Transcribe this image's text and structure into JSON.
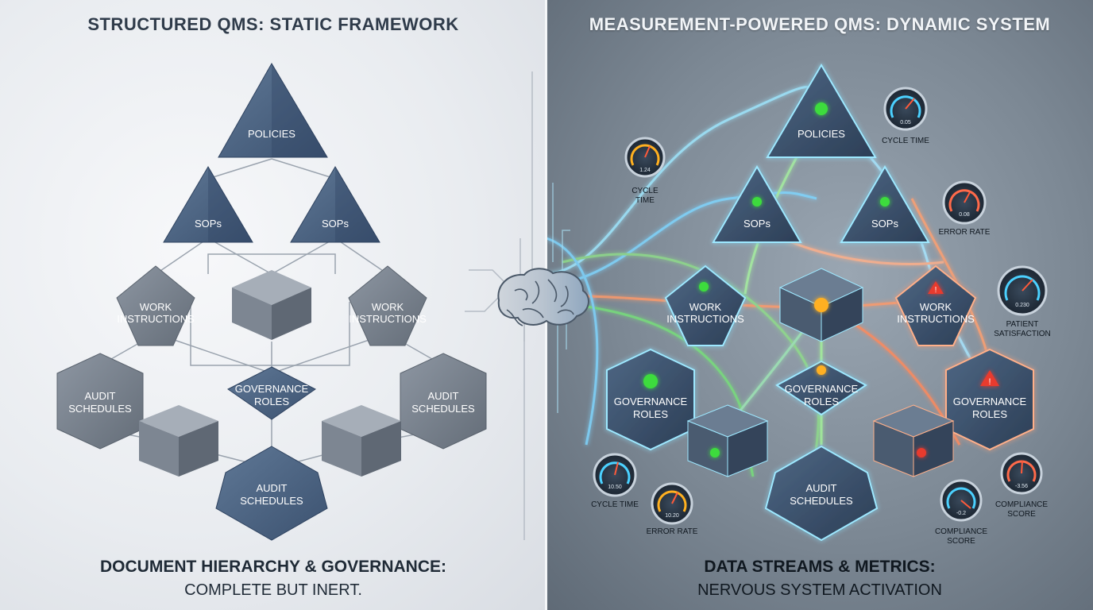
{
  "left": {
    "title": "STRUCTURED QMS: STATIC FRAMEWORK",
    "nodes": {
      "policies": "POLICIES",
      "sops_left": "SOPs",
      "sops_right": "SOPs",
      "work_left": [
        "WORK",
        "INSTRUCTIONS"
      ],
      "work_right": [
        "WORK",
        "INSTRUCTIONS"
      ],
      "governance": [
        "GOVERNANCE",
        "ROLES"
      ],
      "audit_left": [
        "AUDIT",
        "SCHEDULES"
      ],
      "audit_right": [
        "AUDIT",
        "SCHEDULES"
      ],
      "audit_bottom": [
        "AUDIT",
        "SCHEDULES"
      ]
    },
    "caption": {
      "line1": "DOCUMENT HIERARCHY & GOVERNANCE:",
      "line2": "COMPLETE BUT INERT."
    }
  },
  "right": {
    "title": "MEASUREMENT-POWERED QMS: DYNAMIC SYSTEM",
    "nodes": {
      "policies": "POLICIES",
      "sops_left": "SOPs",
      "sops_right": "SOPs",
      "work_left": [
        "WORK",
        "INSTRUCTIONS"
      ],
      "work_right": [
        "WORK",
        "INSTRUCTIONS"
      ],
      "gov_left": [
        "GOVERNANCE",
        "ROLES"
      ],
      "gov_center": [
        "GOVERNANCE",
        "ROLES"
      ],
      "gov_right": [
        "GOVERNANCE",
        "ROLES"
      ],
      "audit_bottom": [
        "AUDIT",
        "SCHEDULES"
      ]
    },
    "metrics": {
      "cycle_time_top": {
        "label": [
          "CYCLE TIME"
        ],
        "value": "0.05"
      },
      "cycle_time_left": {
        "label": [
          "CYCLE",
          "TIME"
        ],
        "value": "1.24"
      },
      "error_rate_top": {
        "label": [
          "ERROR RATE"
        ],
        "value": "0.08"
      },
      "patient_satisfaction": {
        "label": [
          "PATIENT",
          "SATISFACTION"
        ],
        "value": "0.230"
      },
      "cycle_time_bottom": {
        "label": [
          "CYCLE TIME"
        ],
        "value": "10.50"
      },
      "error_rate_bottom": {
        "label": [
          "ERROR RATE"
        ],
        "value": "10.20"
      },
      "compliance_center": {
        "label": [
          "COMPLIANCE",
          "SCORE"
        ],
        "value": "-0.2"
      },
      "compliance_right": {
        "label": [
          "COMPLIANCE",
          "SCORE"
        ],
        "value": "-3.56"
      }
    },
    "status_colors": {
      "ok": "#3ddc3d",
      "warn": "#ffb020",
      "alert": "#e83a2e"
    },
    "caption": {
      "line1": "DATA STREAMS & METRICS:",
      "line2": "NERVOUS SYSTEM ACTIVATION"
    }
  },
  "center": {
    "icon": "brain-icon"
  }
}
